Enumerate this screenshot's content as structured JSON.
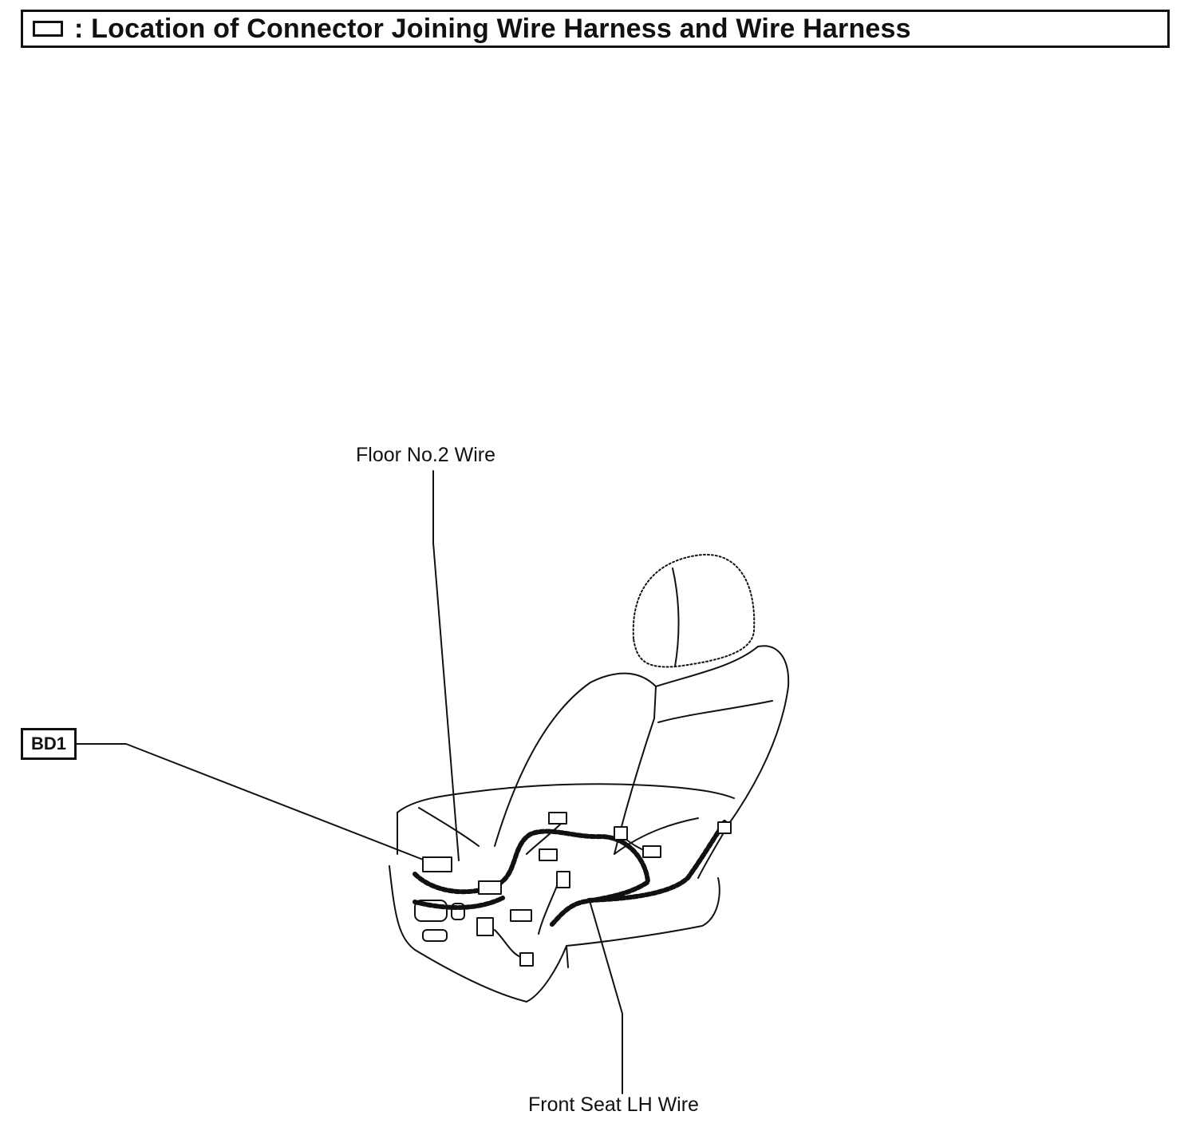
{
  "header": {
    "legend_icon": "square-connector-icon",
    "title": ": Location of Connector Joining Wire Harness and Wire Harness"
  },
  "labels": {
    "floor_wire": "Floor No.2 Wire",
    "front_seat_wire": "Front Seat LH Wire",
    "connector_code": "BD1"
  },
  "colors": {
    "line": "#111111",
    "background": "#ffffff"
  }
}
